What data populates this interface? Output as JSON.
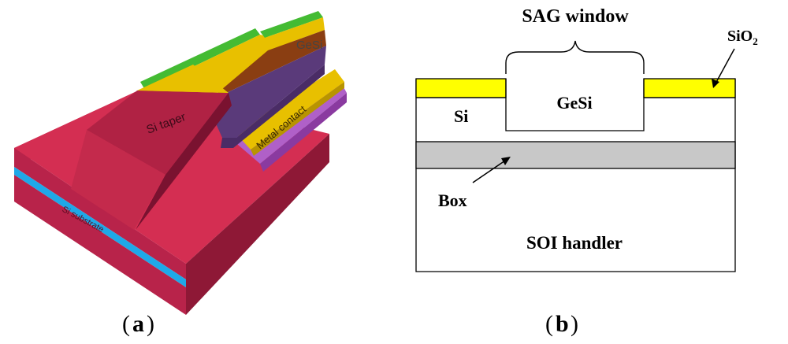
{
  "panel_a": {
    "caption_letter": "a",
    "labels": {
      "gesi": "GeSi",
      "si_taper": "Si taper",
      "metal_contact": "Metal contact",
      "si_substrate": "Si substrate"
    },
    "colors": {
      "substrate_top": "#d42e52",
      "substrate_front": "#c0254a",
      "substrate_side": "#a01c3c",
      "box_layer": "#1fa8e8",
      "taper": "#b02244",
      "taper_dark": "#7a1230",
      "gesi_purple": "#5a3a7a",
      "gold": "#e8c000",
      "green": "#44bb33",
      "brown": "#8a3e12",
      "metal_purple": "#b060c8"
    }
  },
  "panel_b": {
    "caption_letter": "b",
    "labels": {
      "sag_window": "SAG window",
      "sio2_main": "SiO",
      "sio2_sub": "2",
      "si": "Si",
      "gesi": "GeSi",
      "box": "Box",
      "soi_handler": "SOI handler"
    },
    "colors": {
      "sio2": "#ffff00",
      "box": "#c8c8c8",
      "outline": "#000000"
    }
  }
}
